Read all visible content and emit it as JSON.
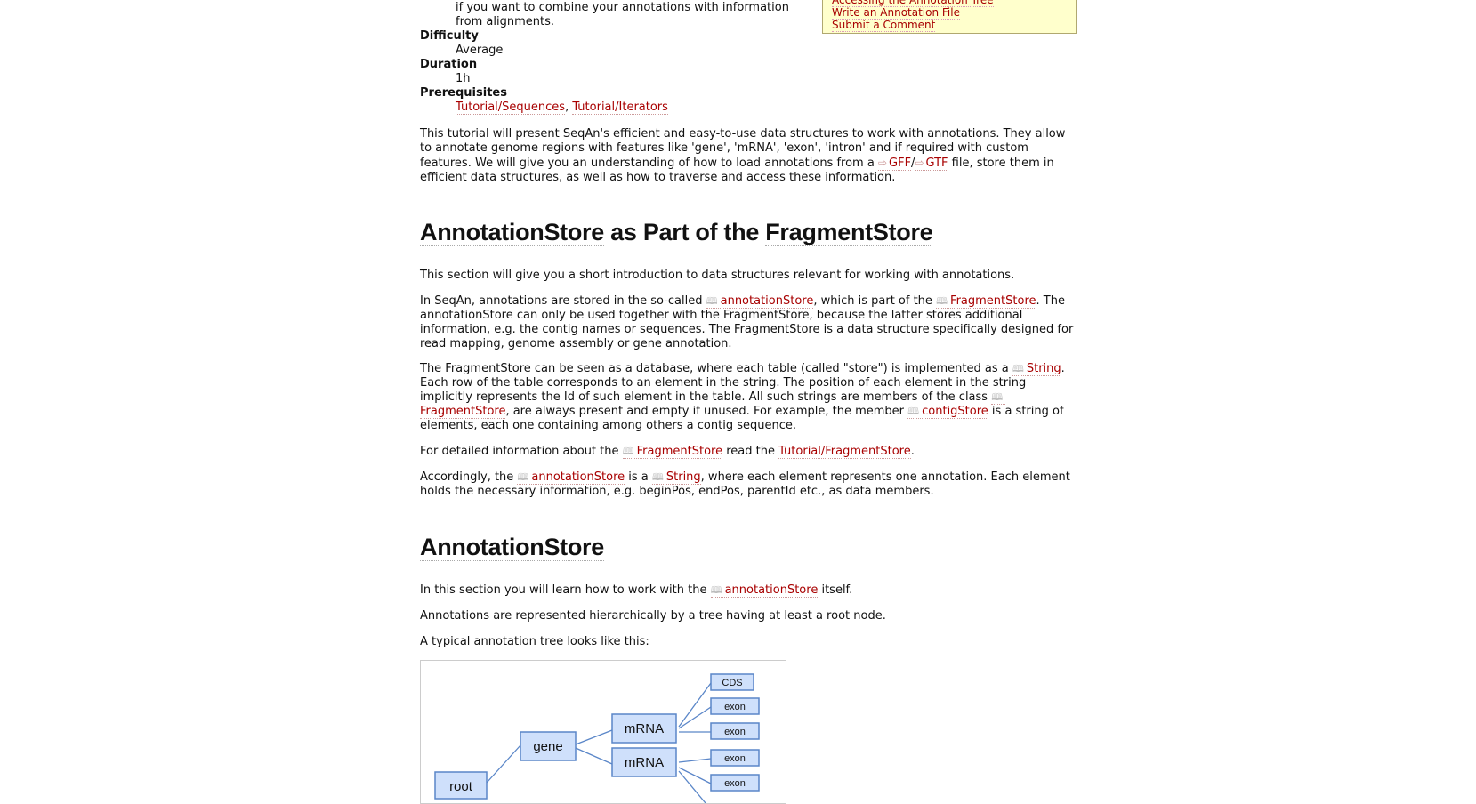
{
  "sidebar": {
    "links": [
      "Accessing the Annotation Tree",
      "Write an Annotation File",
      "Submit a Comment"
    ]
  },
  "intro": {
    "description_lines": [
      "if you want to combine your annotations with information",
      "from alignments."
    ],
    "difficulty_label": "Difficulty",
    "difficulty": "Average",
    "duration_label": "Duration",
    "duration": "1h",
    "prerequisites_label": "Prerequisites",
    "prereq_1": "Tutorial/Sequences",
    "prereq_sep": ", ",
    "prereq_2": "Tutorial/Iterators"
  },
  "para1": {
    "t1": "This tutorial will present SeqAn's efficient and easy-to-use data structures to work with annotations. They allow to annotate genome regions with features like 'gene', 'mRNA', 'exon', 'intron' and if required with custom features. We will give you an understanding of how to load annotations from a ",
    "gff": "GFF",
    "slash": "/",
    "gtf": "GTF",
    "t2": " file, store them in efficient data structures, as well as how to traverse and access these information."
  },
  "section1": {
    "title_a": "AnnotationStore",
    "title_b": " as Part of the ",
    "title_c": "FragmentStore",
    "p1": "This section will give you a short introduction to data structures relevant for working with annotations.",
    "p2": {
      "t1": "In SeqAn, annotations are stored in the so-called ",
      "l1": "annotationStore",
      "t2": ", which is part of the ",
      "l2": "FragmentStore",
      "t3": ". The annotationStore can only be used together with the FragmentStore, because the latter stores additional information, e.g. the contig names or sequences. The FragmentStore is a data structure specifically designed for read mapping, genome assembly or gene annotation."
    },
    "p3": {
      "t1": "The FragmentStore can be seen as a database, where each table (called \"store\") is implemented as a ",
      "l1": "String",
      "t2": ". Each row of the table corresponds to an element in the string. The position of each element in the string implicitly represents the Id of such element in the table. All such strings are members of the class ",
      "l2": "FragmentStore",
      "t3": ", are always present and empty if unused. For example, the member ",
      "l3": "contigStore",
      "t4": " is a string of elements, each one containing among others a contig sequence."
    },
    "p4": {
      "t1": "For detailed information about the ",
      "l1": "FragmentStore",
      "t2": " read the ",
      "l2": "Tutorial/FragmentStore",
      "t3": "."
    },
    "p5": {
      "t1": "Accordingly, the ",
      "l1": "annotationStore",
      "t2": " is a ",
      "l2": "String",
      "t3": ", where each element represents one annotation. Each element holds the necessary information, e.g. beginPos, endPos, parentId etc., as data members."
    }
  },
  "section2": {
    "title": "AnnotationStore",
    "p1": {
      "t1": "In this section you will learn how to work with the ",
      "l1": "annotationStore",
      "t2": " itself."
    },
    "p2": "Annotations are represented hierarchically by a tree having at least a root node.",
    "p3": "A typical annotation tree looks like this:"
  },
  "tree": {
    "root": "root",
    "gene": "gene",
    "mrna1": "mRNA",
    "mrna2": "mRNA",
    "cds": "CDS",
    "exon1": "exon",
    "exon2": "exon",
    "exon3": "exon",
    "exon4": "exon"
  },
  "colors": {
    "link": "#a80000",
    "sidebox_bg": "#ffffcc",
    "node_fill": "#cfe0fb",
    "node_stroke": "#5a86c8"
  }
}
